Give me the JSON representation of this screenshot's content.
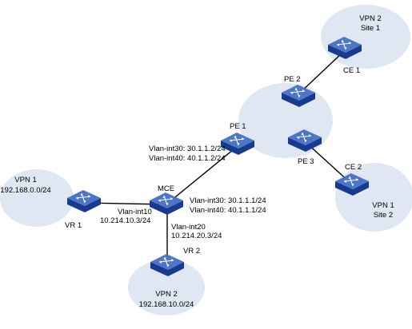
{
  "colors": {
    "cloud": "#dfe7f2",
    "device_top": "#4d76c9",
    "device_side": "#183a8f",
    "line": "#000000"
  },
  "sites": {
    "vpn2_site1": {
      "line1": "VPN 2",
      "line2": "Site 1"
    },
    "vpn1_left": {
      "line1": "VPN 1",
      "line2": "192.168.0.0/24"
    },
    "vpn2_bottom": {
      "line1": "VPN 2",
      "line2": "192.168.10.0/24"
    },
    "vpn1_site2": {
      "line1": "VPN 1",
      "line2": "Site 2"
    }
  },
  "devices": {
    "ce1": {
      "label": "CE 1",
      "icon": "switch-icon"
    },
    "pe2": {
      "label": "PE 2",
      "icon": "switch-icon"
    },
    "pe1": {
      "label": "PE 1",
      "icon": "switch-icon"
    },
    "pe3": {
      "label": "PE 3",
      "icon": "switch-icon"
    },
    "ce2": {
      "label": "CE 2",
      "icon": "switch-icon"
    },
    "mce": {
      "label": "MCE",
      "icon": "switch-icon"
    },
    "vr1": {
      "label": "VR 1",
      "icon": "switch-icon"
    },
    "vr2": {
      "label": "VR 2",
      "icon": "switch-icon"
    }
  },
  "interfaces": {
    "pe1_vlan30": "Vlan-int30: 30.1.1.2/24",
    "pe1_vlan40": "Vlan-int40: 40.1.1.2/24",
    "mce_vlan30": "Vlan-int30: 30.1.1.1/24",
    "mce_vlan40": "Vlan-int40: 40.1.1.1/24",
    "mce_vlan10_name": "Vlan-int10",
    "mce_vlan10_ip": "10.214.10.3/24",
    "mce_vlan20_name": "Vlan-int20",
    "mce_vlan20_ip": "10.214.20.3/24"
  }
}
